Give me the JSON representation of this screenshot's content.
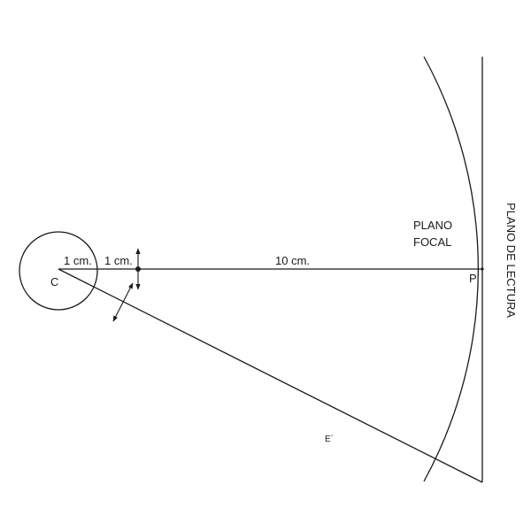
{
  "labels": {
    "dim_1cm_a": "1 cm.",
    "dim_1cm_b": "1 cm.",
    "dim_10cm": "10 cm.",
    "point_c": "C",
    "point_p": "P",
    "point_e": "E´",
    "focal_line1": "PLANO",
    "focal_line2": "FOCAL",
    "reading_plane": "PLANO DE LECTURA"
  },
  "colors": {
    "line": "#1a1a1a",
    "background": "#ffffff"
  }
}
